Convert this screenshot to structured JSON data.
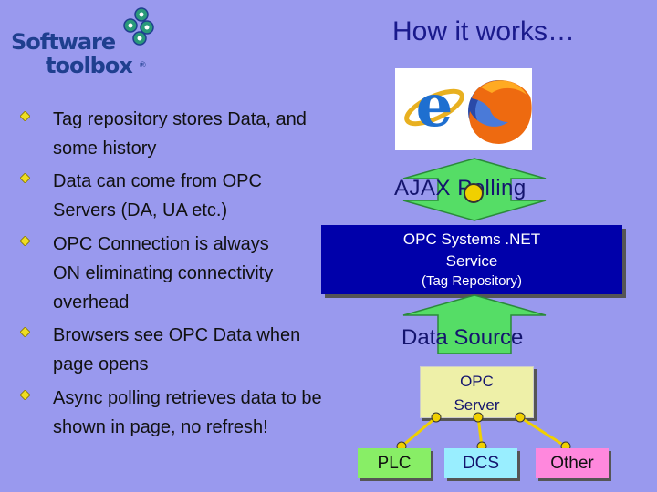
{
  "logo": {
    "line1": "Software",
    "line2": "toolbox",
    "registered": "®"
  },
  "title": "How it works…",
  "bullets": [
    "Tag repository stores Data, and some history",
    "Data can come from OPC Servers (DA, UA etc.)",
    "OPC Connection is always ON eliminating connectivity overhead",
    "Browsers see OPC Data when page opens",
    "Async polling retrieves data to be shown in page, no refresh!"
  ],
  "diagram": {
    "ajax_label": "AJAX Polling",
    "service_line1": "OPC Systems .NET",
    "service_line2": "Service",
    "service_line3": "(Tag Repository)",
    "data_source_label": "Data Source",
    "opc_server_line1": "OPC",
    "opc_server_line2": "Server",
    "sources": [
      "PLC",
      "DCS",
      "Other"
    ]
  },
  "icons": {
    "browser_ie": "internet-explorer-icon",
    "browser_firefox": "firefox-icon",
    "bullet": "diamond-bullet-icon",
    "logo_mark": "gear-connector-icon"
  },
  "colors": {
    "background": "#9999ee",
    "title": "#1a1a8c",
    "arrow_fill": "#55dd66",
    "service_box": "#0000aa",
    "opc_box": "#eef0a8",
    "plc": "#88ee66",
    "dcs": "#99eeff",
    "other": "#ff88dd",
    "connector": "#f0d000"
  }
}
